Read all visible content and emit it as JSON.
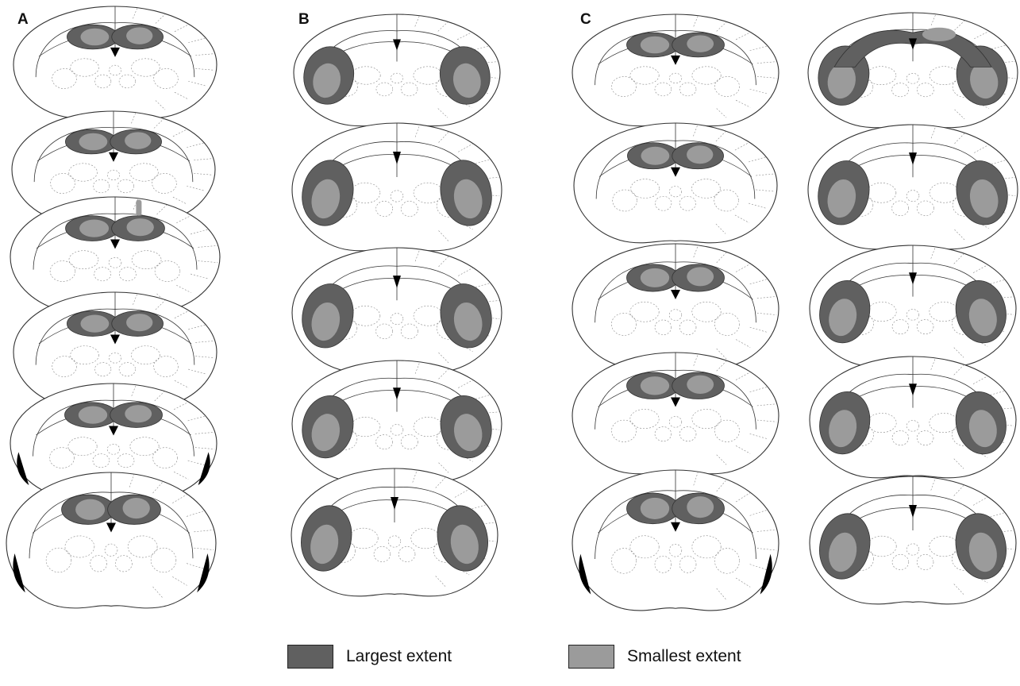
{
  "panels": [
    {
      "label": "A"
    },
    {
      "label": "B"
    },
    {
      "label": "C"
    }
  ],
  "colors": {
    "largest": "#606060",
    "smallest": "#9b9b9b",
    "ventricle": "#000000",
    "outline": "#333333",
    "dashed": "#888888"
  },
  "legend": {
    "largest_label": "Largest extent",
    "smallest_label": "Smallest extent"
  },
  "sections": {
    "A": [
      {
        "lesion": "dorsal",
        "notes": "hippocampus dorsal, light caps both sides"
      },
      {
        "lesion": "dorsal",
        "notes": "hippocampus dorsal"
      },
      {
        "lesion": "dorsal",
        "notes": "hippocampus dorsal with cortical needle track"
      },
      {
        "lesion": "dorsal",
        "notes": "hippocampus dorsal"
      },
      {
        "lesion": "dorsal",
        "notes": "hippocampus dorsal, ventricles black"
      },
      {
        "lesion": "dorsal",
        "notes": "hippocampus dorsal, ventricles black"
      }
    ],
    "B": [
      {
        "lesion": "ventral"
      },
      {
        "lesion": "ventral"
      },
      {
        "lesion": "ventral"
      },
      {
        "lesion": "ventral"
      },
      {
        "lesion": "ventral"
      }
    ],
    "C": [
      {
        "lesion": "dorsal"
      },
      {
        "lesion": "dorsal"
      },
      {
        "lesion": "dorsal"
      },
      {
        "lesion": "dorsal"
      },
      {
        "lesion": "dorsal"
      }
    ],
    "C2": [
      {
        "lesion": "complete"
      },
      {
        "lesion": "ventral"
      },
      {
        "lesion": "ventral"
      },
      {
        "lesion": "ventral"
      },
      {
        "lesion": "ventral"
      }
    ]
  }
}
